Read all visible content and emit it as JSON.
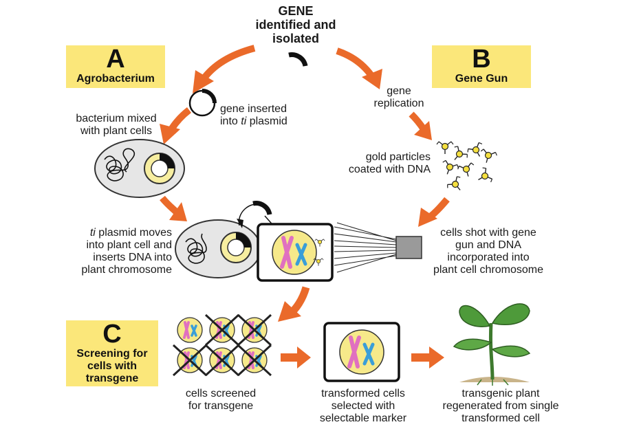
{
  "top": {
    "line1": "GENE",
    "line2": "identified and",
    "line3": "isolated"
  },
  "box_a": {
    "letter": "A",
    "label": "Agrobacterium"
  },
  "box_b": {
    "letter": "B",
    "label": "Gene Gun"
  },
  "box_c": {
    "letter": "C",
    "line1": "Screening for",
    "line2": "cells with",
    "line3": "transgene"
  },
  "labels": {
    "gene_inserted_1": "gene inserted",
    "gene_inserted_2_pre": "into ",
    "gene_inserted_2_em": "ti",
    "gene_inserted_2_post": " plasmid",
    "bacterium_1": "bacterium mixed",
    "bacterium_2": "with plant cells",
    "ti_moves_1_em": "ti",
    "ti_moves_1_post": " plasmid moves",
    "ti_moves_2": "into plant cell and",
    "ti_moves_3": "inserts DNA into",
    "ti_moves_4": "plant chromosome",
    "replication_1": "gene",
    "replication_2": "replication",
    "gold_1": "gold particles",
    "gold_2": "coated with DNA",
    "shot_1": "cells shot with gene",
    "shot_2": "gun and DNA",
    "shot_3": "incorporated into",
    "shot_4": "plant cell chromosome",
    "screened_1": "cells screened",
    "screened_2": "for transgene",
    "transformed_1": "transformed cells",
    "transformed_2": "selected with",
    "transformed_3": "selectable marker",
    "plant_1": "transgenic plant",
    "plant_2": "regenerated from single",
    "plant_3": "transformed cell"
  },
  "colors": {
    "label_box": "#fbe77a",
    "arrow": "#ea6a2a",
    "bacterium": "#e6e6e6",
    "plasmid_fill": "#f7eea0",
    "cell_nucleus": "#f6e98a",
    "chromosome_pink": "#e070c0",
    "chromosome_blue": "#3a9ed8",
    "gold": "#f5e040",
    "leaf": "#4e9a3a"
  },
  "icons": [
    "curved-arrow",
    "plasmid",
    "bacterium",
    "gold-particle",
    "plant-cell",
    "chromosome",
    "gene-gun",
    "cross-mark",
    "seedling"
  ]
}
